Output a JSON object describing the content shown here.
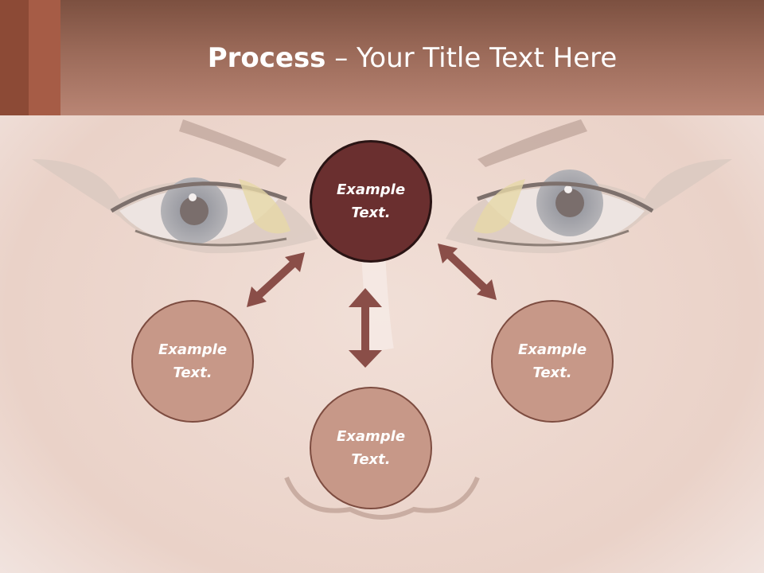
{
  "title": {
    "bold": "Process",
    "rest": " – Your Title Text Here"
  },
  "nodes": {
    "top": "Example Text.",
    "left": "Example Text.",
    "right": "Example Text.",
    "bottom": "Example Text."
  },
  "colors": {
    "header": "#9b6a59",
    "accent_dark": "#8c4a36",
    "accent_light": "#a65c46",
    "node_main": "#6a2f2f",
    "node_sub": "#c79888",
    "arrow": "#8a4e48"
  }
}
